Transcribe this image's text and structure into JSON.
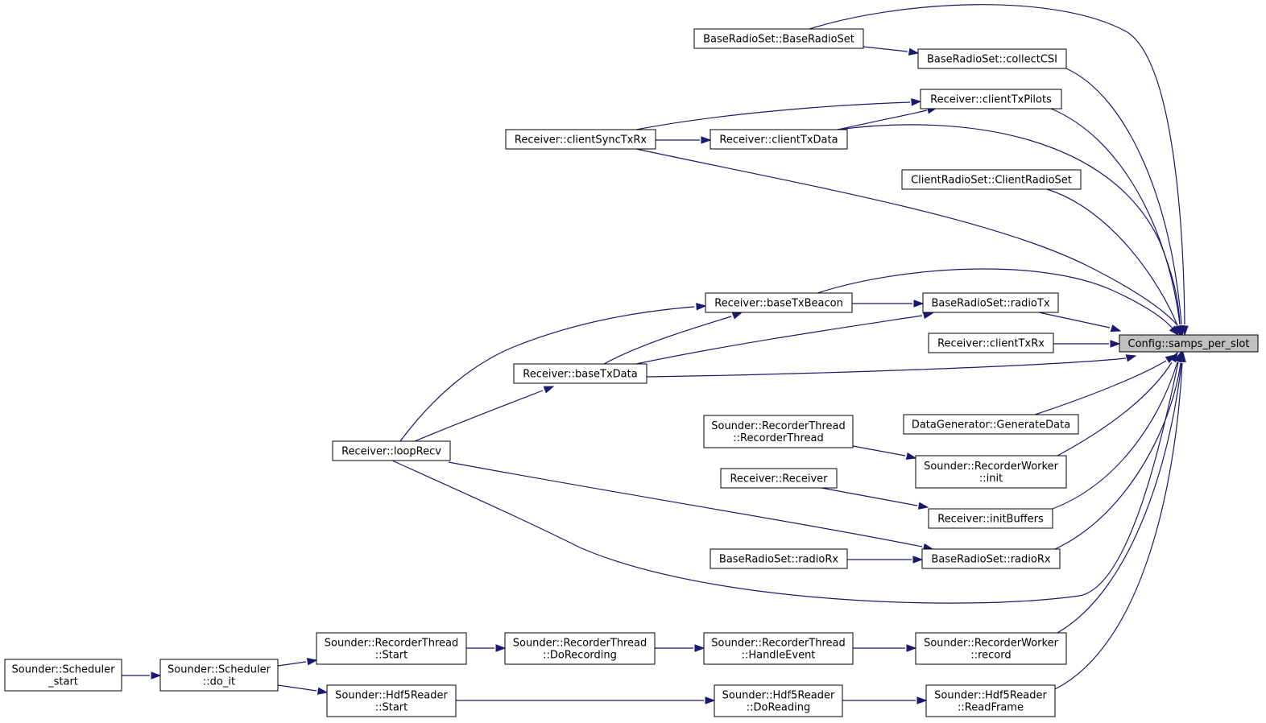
{
  "graph": {
    "edge_color": "#191970",
    "target_fill": "#bfbfbf",
    "nodes": {
      "target": [
        "Config::samps_per_slot"
      ],
      "baseRadioSetCtor": [
        "BaseRadioSet::BaseRadioSet"
      ],
      "collectCSI": [
        "BaseRadioSet::collectCSI"
      ],
      "clientTxPilots": [
        "Receiver::clientTxPilots"
      ],
      "clientSyncTxRx": [
        "Receiver::clientSyncTxRx"
      ],
      "clientTxData": [
        "Receiver::clientTxData"
      ],
      "clientRadioSetCtor": [
        "ClientRadioSet::ClientRadioSet"
      ],
      "baseTxBeacon": [
        "Receiver::baseTxBeacon"
      ],
      "radioTx": [
        "BaseRadioSet::radioTx"
      ],
      "clientTxRx": [
        "Receiver::clientTxRx"
      ],
      "baseTxData": [
        "Receiver::baseTxData"
      ],
      "loopRecv": [
        "Receiver::loopRecv"
      ],
      "generateData": [
        "DataGenerator::GenerateData"
      ],
      "recorderThreadCtor": [
        "Sounder::RecorderThread",
        "::RecorderThread"
      ],
      "recorderWorkerInit": [
        "Sounder::RecorderWorker",
        "::init"
      ],
      "receiverCtor": [
        "Receiver::Receiver"
      ],
      "initBuffers": [
        "Receiver::initBuffers"
      ],
      "radioRxOverload": [
        "BaseRadioSet::radioRx"
      ],
      "radioRx": [
        "BaseRadioSet::radioRx"
      ],
      "schedulerStart": [
        "Sounder::Scheduler",
        "_start"
      ],
      "schedulerDoIt": [
        "Sounder::Scheduler",
        "::do_it"
      ],
      "recorderThreadStart": [
        "Sounder::RecorderThread",
        "::Start"
      ],
      "doRecording": [
        "Sounder::RecorderThread",
        "::DoRecording"
      ],
      "handleEvent": [
        "Sounder::RecorderThread",
        "::HandleEvent"
      ],
      "recorderWorkerRecord": [
        "Sounder::RecorderWorker",
        "::record"
      ],
      "hdf5Start": [
        "Sounder::Hdf5Reader",
        "::Start"
      ],
      "doReading": [
        "Sounder::Hdf5Reader",
        "::DoReading"
      ],
      "readFrame": [
        "Sounder::Hdf5Reader",
        "::ReadFrame"
      ]
    },
    "edges": [
      [
        "baseRadioSetCtor",
        "collectCSI"
      ],
      [
        "baseRadioSetCtor",
        "target"
      ],
      [
        "collectCSI",
        "target"
      ],
      [
        "clientSyncTxRx",
        "clientTxPilots"
      ],
      [
        "clientSyncTxRx",
        "clientTxData"
      ],
      [
        "clientSyncTxRx",
        "target"
      ],
      [
        "clientTxData",
        "clientTxPilots"
      ],
      [
        "clientTxData",
        "target"
      ],
      [
        "clientTxPilots",
        "target"
      ],
      [
        "clientRadioSetCtor",
        "target"
      ],
      [
        "baseTxBeacon",
        "radioTx"
      ],
      [
        "baseTxBeacon",
        "target"
      ],
      [
        "radioTx",
        "target"
      ],
      [
        "clientTxRx",
        "target"
      ],
      [
        "baseTxData",
        "baseTxBeacon"
      ],
      [
        "baseTxData",
        "radioTx"
      ],
      [
        "baseTxData",
        "target"
      ],
      [
        "loopRecv",
        "baseTxBeacon"
      ],
      [
        "loopRecv",
        "baseTxData"
      ],
      [
        "loopRecv",
        "radioRx"
      ],
      [
        "loopRecv",
        "target"
      ],
      [
        "generateData",
        "target"
      ],
      [
        "recorderThreadCtor",
        "recorderWorkerInit"
      ],
      [
        "recorderWorkerInit",
        "target"
      ],
      [
        "receiverCtor",
        "initBuffers"
      ],
      [
        "initBuffers",
        "target"
      ],
      [
        "radioRxOverload",
        "radioRx"
      ],
      [
        "radioRx",
        "target"
      ],
      [
        "schedulerStart",
        "schedulerDoIt"
      ],
      [
        "schedulerDoIt",
        "recorderThreadStart"
      ],
      [
        "schedulerDoIt",
        "hdf5Start"
      ],
      [
        "recorderThreadStart",
        "doRecording"
      ],
      [
        "doRecording",
        "handleEvent"
      ],
      [
        "handleEvent",
        "recorderWorkerRecord"
      ],
      [
        "recorderWorkerRecord",
        "target"
      ],
      [
        "hdf5Start",
        "doReading"
      ],
      [
        "doReading",
        "readFrame"
      ],
      [
        "readFrame",
        "target"
      ]
    ]
  }
}
